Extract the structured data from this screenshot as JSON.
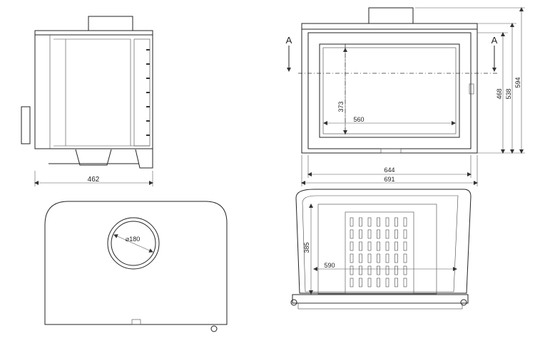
{
  "dimensions": {
    "side_depth": "462",
    "flue_diameter": "⌀180",
    "glass_height": "373",
    "glass_width": "560",
    "front_inner_width": "644",
    "front_outer_width": "691",
    "height_468": "468",
    "height_538": "538",
    "height_594": "594",
    "plan_depth": "385",
    "plan_width": "590"
  },
  "section_marks": {
    "left": "A",
    "right": "A"
  }
}
